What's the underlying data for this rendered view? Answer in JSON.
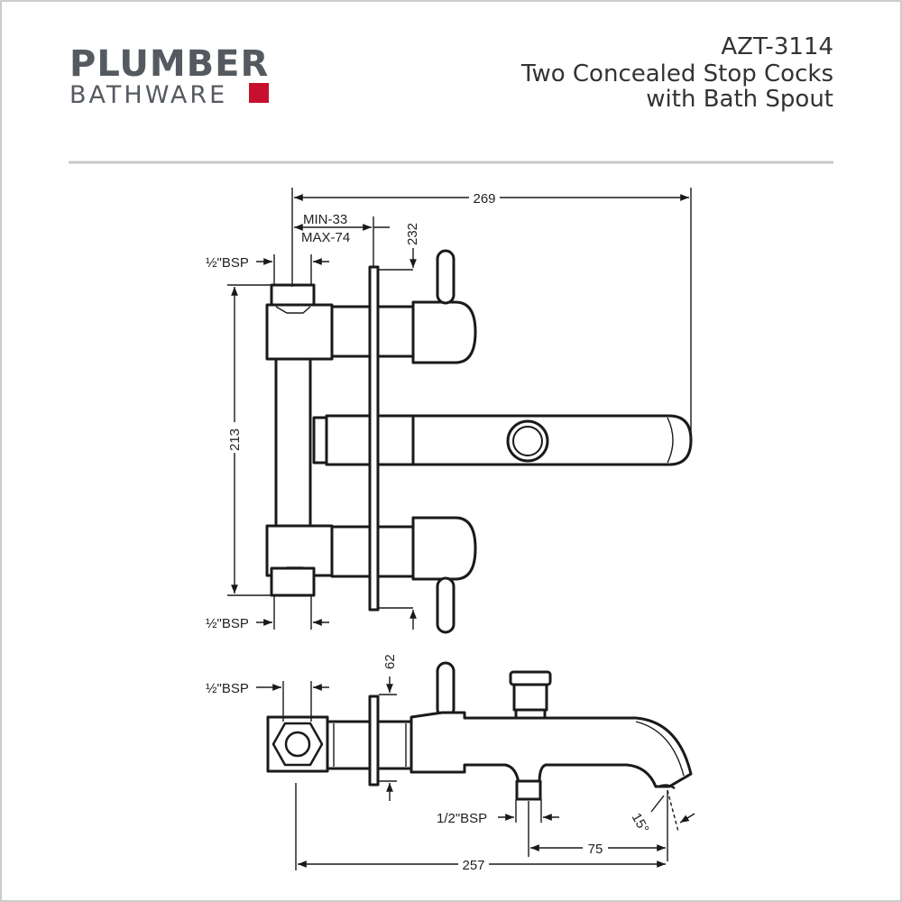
{
  "brand": {
    "name": "PLUMBER",
    "subname": "BATHWARE",
    "accent_color": "#c8102e",
    "text_color": "#555a60"
  },
  "product": {
    "code": "AZT-3114",
    "title_line1": "Two Concealed Stop Cocks",
    "title_line2": "with Bath Spout"
  },
  "dimensions": {
    "overall_width": "269",
    "wall_min": "MIN-33",
    "wall_max": "MAX-74",
    "plate_offset": "232",
    "height": "213",
    "inlet_top": "½\"BSP",
    "inlet_bottom": "½\"BSP",
    "inlet_side": "½\"BSP",
    "lever_height": "62",
    "spout_outlet": "1/2\"BSP",
    "angle": "15°",
    "spout_reach": "75",
    "projection": "257"
  },
  "colors": {
    "line": "#1a1a1a",
    "border": "#cccccc",
    "divider": "#c8c8c8"
  }
}
